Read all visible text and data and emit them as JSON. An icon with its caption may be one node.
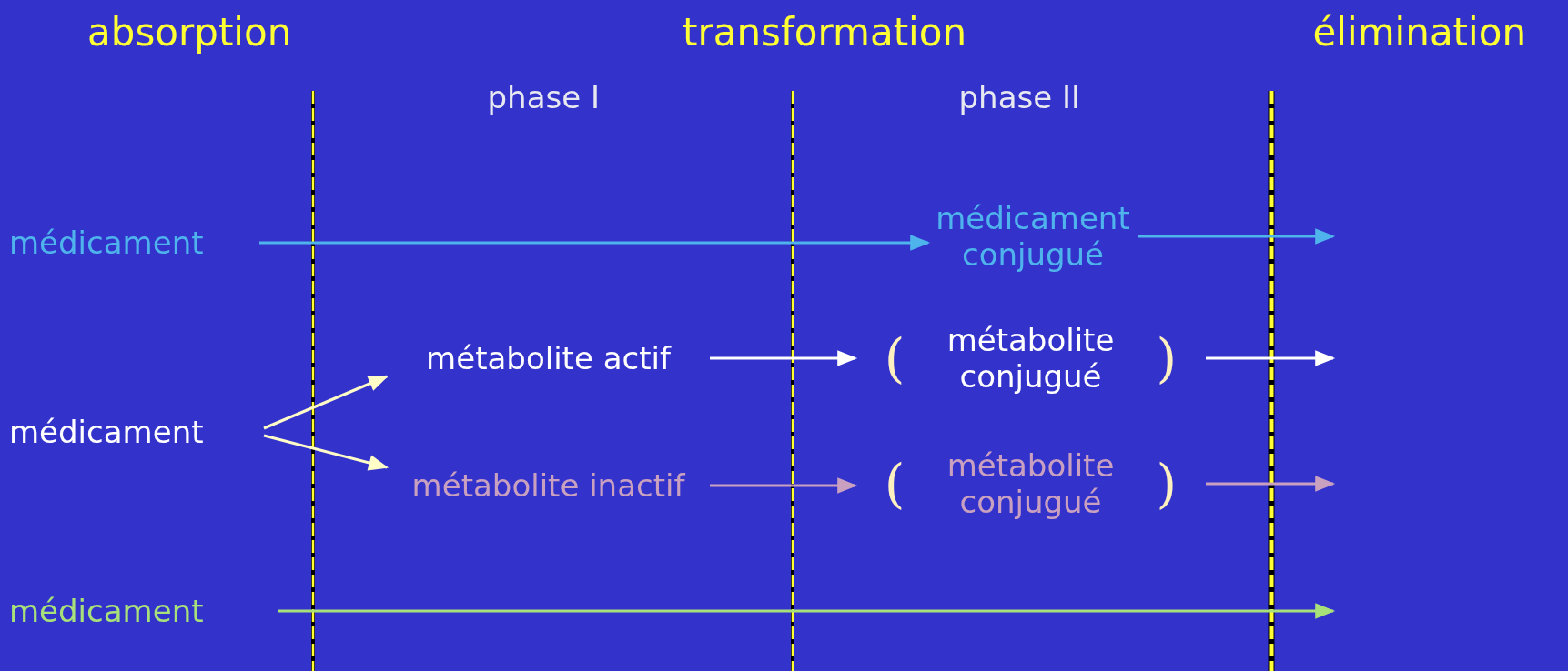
{
  "diagram": {
    "nodes": [
      {
        "text": [
          "médicament"
        ]
      },
      {
        "text": [
          "médicament conjugué"
        ]
      },
      {
        "text": [
          "médicament"
        ]
      },
      {
        "text": [
          "métabolite actif"
        ]
      },
      {
        "text": [
          "(",
          "métabolite conjugué",
          ")"
        ]
      },
      {
        "text": [
          "métabolite inactif"
        ]
      },
      {
        "text": [
          "(",
          "métabolite conjugué",
          ")"
        ]
      },
      {
        "text": [
          "médicament"
        ]
      }
    ],
    "edges": [
      {
        "from": 0,
        "to": 1,
        "arrow": "to",
        "color": "#4fb3ec"
      },
      {
        "from": 1,
        "to": null,
        "arrow": "to",
        "color": "#4fb3ec"
      },
      {
        "from": 2,
        "to": 3,
        "arrow": "to",
        "color": "#fffcc8"
      },
      {
        "from": 2,
        "to": 5,
        "arrow": "to",
        "color": "#fffcc8"
      },
      {
        "from": 3,
        "to": 4,
        "arrow": "to",
        "color": "#ffffff"
      },
      {
        "from": 4,
        "to": null,
        "arrow": "to",
        "color": "#ffffff"
      },
      {
        "from": 5,
        "to": 6,
        "arrow": "to",
        "color": "#c9a0c0"
      },
      {
        "from": 6,
        "to": null,
        "arrow": "to",
        "color": "#c9a0c0"
      },
      {
        "from": 7,
        "to": null,
        "arrow": "to",
        "color": "#a8e07a"
      }
    ],
    "labels": [
      "absorption",
      "transformation",
      "élimination",
      "phase I",
      "phase II"
    ]
  }
}
